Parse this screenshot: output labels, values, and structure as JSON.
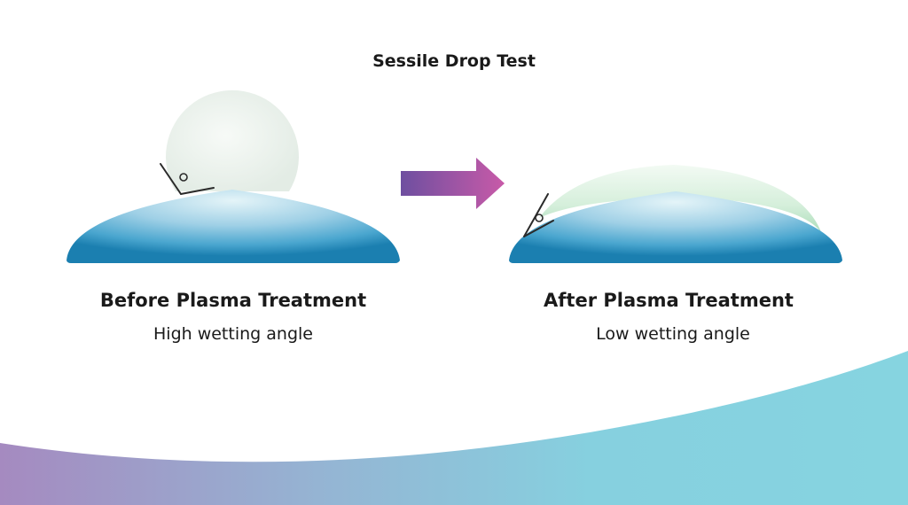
{
  "diagram": {
    "title": "Sessile Drop Test",
    "before": {
      "label": "Before Plasma Treatment",
      "description": "High wetting angle"
    },
    "after": {
      "label": "After Plasma Treatment",
      "description": "Low wetting angle"
    }
  },
  "icons": {
    "arrow": "right-arrow-icon",
    "angle_before": "contact-angle-icon",
    "angle_after": "contact-angle-icon"
  },
  "colors": {
    "surface_light": "#dff2f7",
    "surface_dark": "#1e86b6",
    "drop_high_angle": "#eef3ef",
    "drop_low_angle": "#bfe6c9",
    "arrow_start": "#6e4fa0",
    "arrow_end": "#c85aa8",
    "wave_start": "#a58ac0",
    "wave_end": "#86d4e0"
  }
}
